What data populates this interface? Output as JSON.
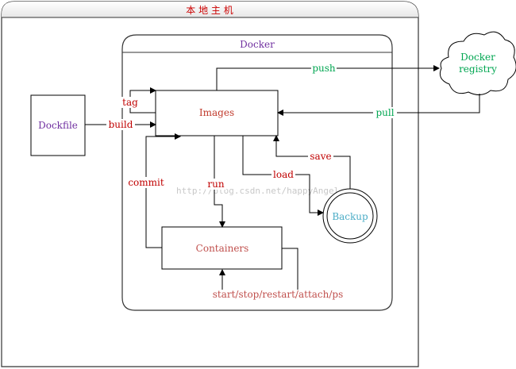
{
  "host": {
    "title": "本 地 主 机",
    "title_color": "#cc0000"
  },
  "docker": {
    "title": "Docker",
    "title_color": "#7030a0"
  },
  "nodes": {
    "dockerfile": {
      "label": "Dockfile",
      "color": "#7030a0"
    },
    "images": {
      "label": "Images",
      "color": "#c0392b"
    },
    "containers": {
      "label": "Containers",
      "color": "#c0504d"
    },
    "backup": {
      "label": "Backup",
      "color": "#4bacc6"
    },
    "registry": {
      "label_line1": "Docker",
      "label_line2": "registry",
      "color": "#00a651"
    }
  },
  "edges": {
    "push": {
      "label": "push",
      "color": "#00a651"
    },
    "pull": {
      "label": "pull",
      "color": "#00a651"
    },
    "tag": {
      "label": "tag",
      "color": "#c00000"
    },
    "build": {
      "label": "build",
      "color": "#c00000"
    },
    "commit": {
      "label": "commit",
      "color": "#c00000"
    },
    "run": {
      "label": "run",
      "color": "#c00000"
    },
    "load": {
      "label": "load",
      "color": "#c00000"
    },
    "save": {
      "label": "save",
      "color": "#c00000"
    },
    "lifecycle": {
      "label": "start/stop/restart/attach/ps",
      "color": "#c0504d"
    }
  },
  "watermark": "http://blog.csdn.net/happyAngel"
}
